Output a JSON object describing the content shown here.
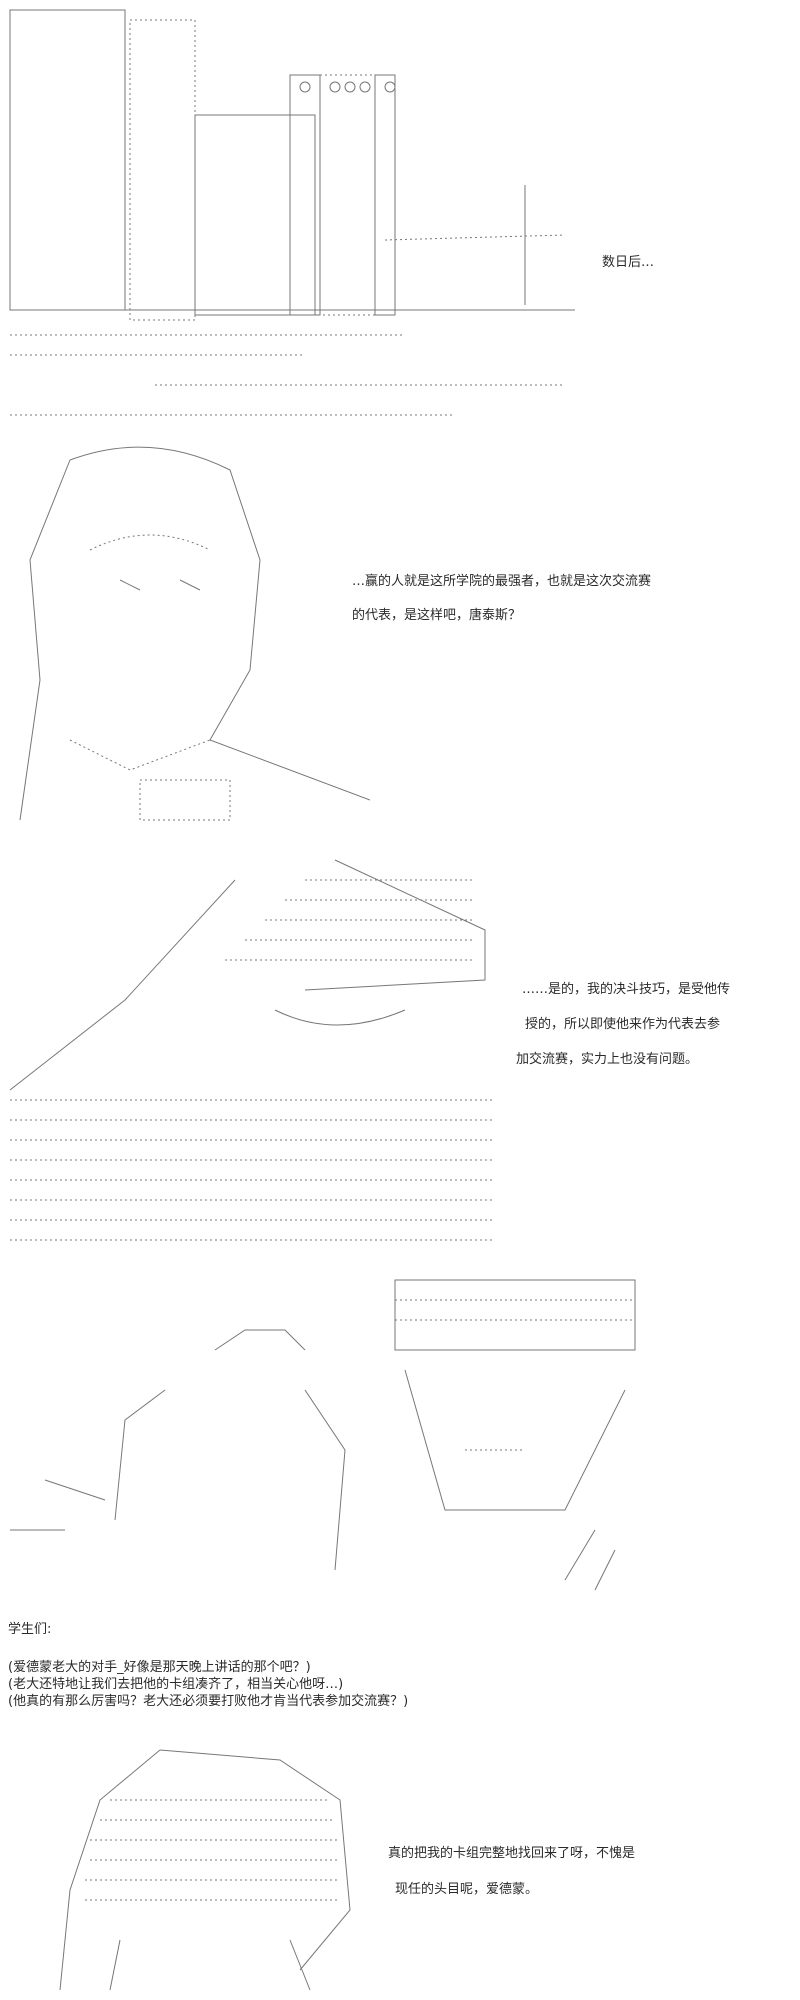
{
  "panels": [
    {
      "caption": "数日后…"
    },
    {
      "lines": [
        "…赢的人就是这所学院的最强者，也就是这次交流赛",
        "的代表，是这样吧，唐泰斯？"
      ]
    },
    {
      "lines": [
        "……是的，我的决斗技巧，是受他传",
        "授的，所以即使他来作为代表去参",
        "加交流赛，实力上也没有问题。"
      ]
    },
    {
      "speaker": "学生们:",
      "lines": [
        "(爱德蒙老大的对手_好像是那天晚上讲话的那个吧？)",
        "(老大还特地让我们去把他的卡组凑齐了，相当关心他呀…)",
        "(他真的有那么厉害吗？老大还必须要打败他才肯当代表参加交流赛？)"
      ]
    },
    {
      "lines": [
        "真的把我的卡组完整地找回来了呀，不愧是",
        "现任的头目呢，爱德蒙。"
      ]
    }
  ]
}
